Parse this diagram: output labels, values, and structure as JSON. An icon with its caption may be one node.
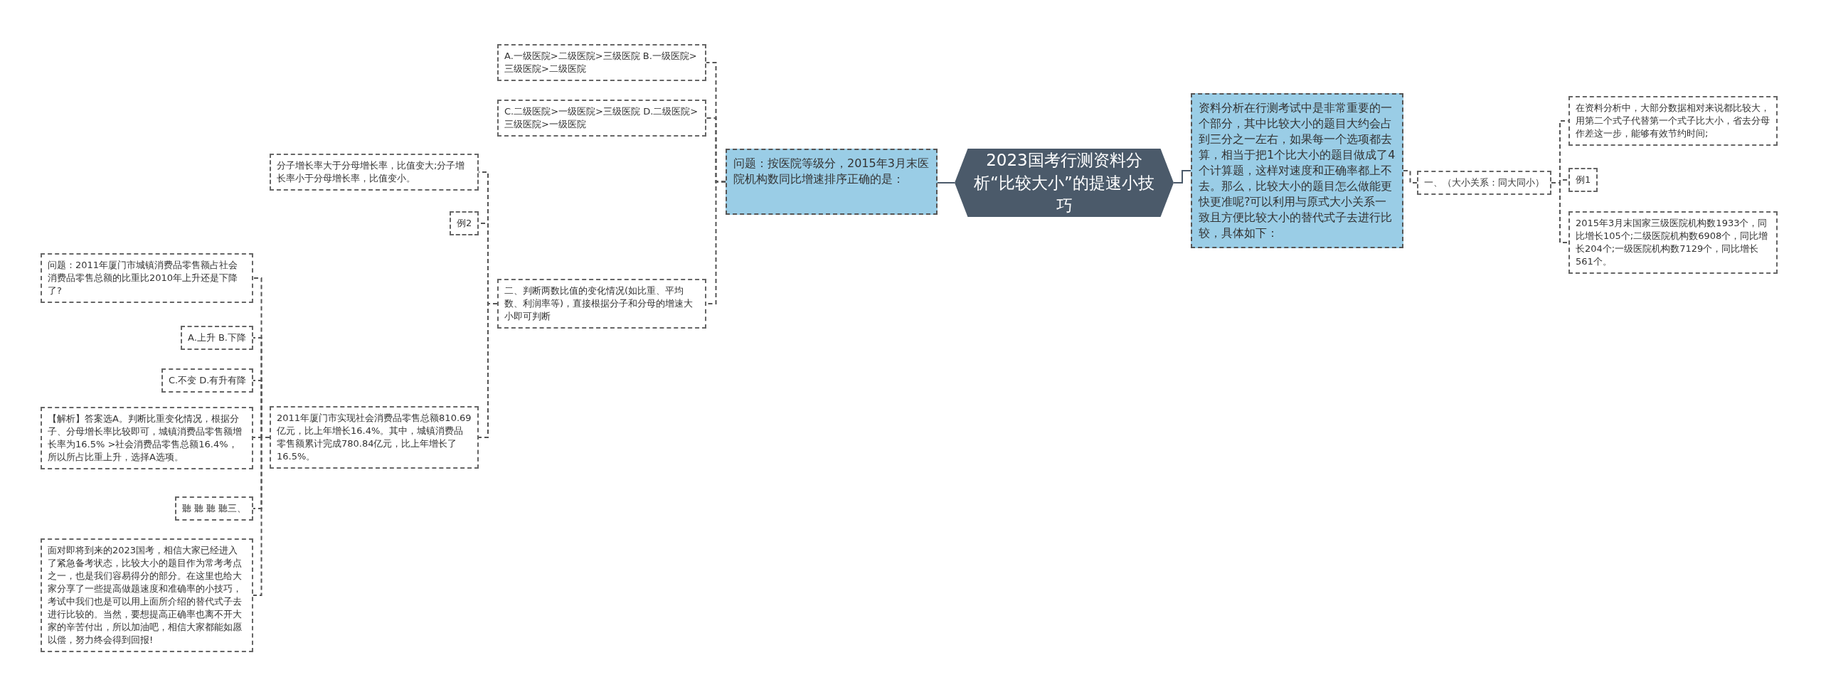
{
  "diagram": {
    "nodes": [
      {
        "text": [
          "2023国考行测资料分析“比较大小”的提速小技巧"
        ]
      },
      {
        "text": [
          "问题：按医院等级分，2015年3月末医院机构数同比增速排序正确的是："
        ]
      },
      {
        "text": [
          "A.一级医院>二级医院>三级医院 B.一级医院>三级医院>二级医院"
        ]
      },
      {
        "text": [
          "C.二级医院>一级医院>三级医院 D.二级医院>三级医院>一级医院"
        ]
      },
      {
        "text": [
          "二、判断两数比值的变化情况(如比重、平均数、利润率等)，直接根据分子和分母的增速大小即可判断"
        ]
      },
      {
        "text": [
          "分子增长率大于分母增长率，比值变大;分子增长率小于分母增长率，比值变小。"
        ]
      },
      {
        "text": [
          "例2"
        ]
      },
      {
        "text": [
          "2011年厦门市实现社会消费品零售总额810.69亿元，比上年增长16.4%。其中，城镇消费品零售额累计完成780.84亿元，比上年增长了16.5%。"
        ]
      },
      {
        "text": [
          "问题：2011年厦门市城镇消费品零售额占社会消费品零售总额的比重比2010年上升还是下降了?"
        ]
      },
      {
        "text": [
          "A.上升 B.下降"
        ]
      },
      {
        "text": [
          "C.不变 D.有升有降"
        ]
      },
      {
        "text": [
          "【解析】答案选A。判断比重变化情况，根据分子、分母增长率比较即可，城镇消费品零售额增长率为16.5% >社会消费品零售总额16.4%，所以所占比重上升，选择A选项。"
        ]
      },
      {
        "text": [
          "聽 聽 聽 聽三、"
        ]
      },
      {
        "text": [
          "面对即将到来的2023国考，相信大家已经进入了紧急备考状态，比较大小的题目作为常考考点之一，也是我们容易得分的部分。在这里也给大家分享了一些提高做题速度和准确率的小技巧，考试中我们也是可以用上面所介绍的替代式子去进行比较的。当然，要想提高正确率也离不开大家的辛苦付出，所以加油吧，相信大家都能如愿以偿，努力终会得到回报!"
        ]
      },
      {
        "text": [
          "资料分析在行测考试中是非常重要的一个部分，其中比较大小的题目大约会占到三分之一左右，如果每一个选项都去算，相当于把1个比大小的题目做成了4个计算题，这样对速度和正确率都上不去。那么，比较大小的题目怎么做能更快更准呢?可以利用与原式大小关系一致且方便比较大小的替代式子去进行比较，具体如下："
        ]
      },
      {
        "text": [
          "一、（大小关系：同大同小）"
        ]
      },
      {
        "text": [
          "在资料分析中，大部分数据相对来说都比较大，用第二个式子代替第一个式子比大小，省去分母作差这一步，能够有效节约时间;"
        ]
      },
      {
        "text": [
          "例1"
        ]
      },
      {
        "text": [
          "2015年3月末国家三级医院机构数1933个，同比增长105个;二级医院机构数6908个，同比增长204个;一级医院机构数7129个，同比增长561个。"
        ]
      }
    ],
    "edges": [
      {
        "from": 0,
        "to": 1,
        "arrow": "none"
      },
      {
        "from": 1,
        "to": 2,
        "arrow": "none",
        "style": "dashed"
      },
      {
        "from": 1,
        "to": 3,
        "arrow": "none",
        "style": "dashed"
      },
      {
        "from": 1,
        "to": 4,
        "arrow": "none",
        "style": "dashed"
      },
      {
        "from": 4,
        "to": 5,
        "arrow": "none",
        "style": "dashed"
      },
      {
        "from": 4,
        "to": 6,
        "arrow": "none",
        "style": "dashed"
      },
      {
        "from": 4,
        "to": 7,
        "arrow": "none",
        "style": "dashed"
      },
      {
        "from": 7,
        "to": 8,
        "arrow": "none",
        "style": "dashed"
      },
      {
        "from": 7,
        "to": 9,
        "arrow": "none",
        "style": "dashed"
      },
      {
        "from": 7,
        "to": 10,
        "arrow": "none",
        "style": "dashed"
      },
      {
        "from": 7,
        "to": 11,
        "arrow": "none",
        "style": "dashed"
      },
      {
        "from": 7,
        "to": 12,
        "arrow": "none",
        "style": "dashed"
      },
      {
        "from": 7,
        "to": 13,
        "arrow": "none",
        "style": "dashed"
      },
      {
        "from": 0,
        "to": 14,
        "arrow": "none"
      },
      {
        "from": 14,
        "to": 15,
        "arrow": "none",
        "style": "dashed"
      },
      {
        "from": 15,
        "to": 16,
        "arrow": "none",
        "style": "dashed"
      },
      {
        "from": 15,
        "to": 17,
        "arrow": "none",
        "style": "dashed"
      },
      {
        "from": 15,
        "to": 18,
        "arrow": "none",
        "style": "dashed"
      }
    ]
  }
}
